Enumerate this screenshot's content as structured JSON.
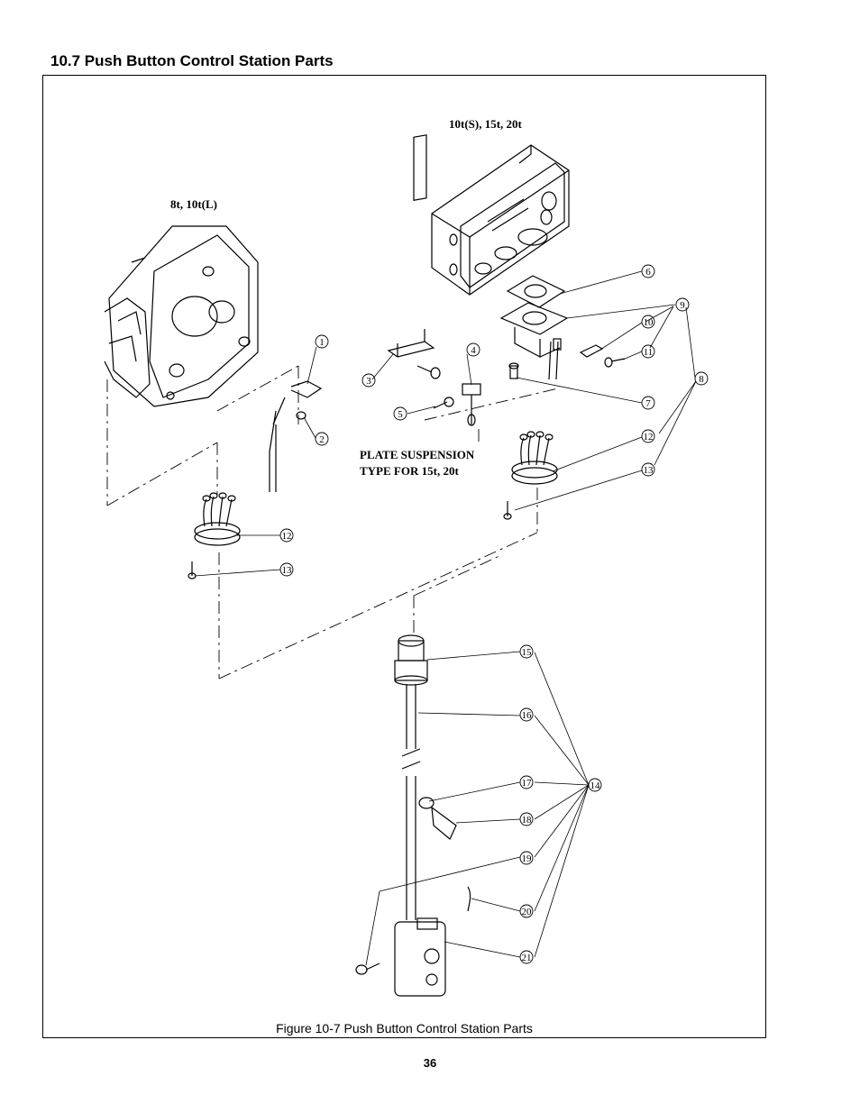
{
  "section_title": "10.7 Push Button Control Station Parts",
  "figure": {
    "caption": "Figure 10-7 Push Button Control Station Parts",
    "labels": {
      "model_large": "10t(S),  15t,  20t",
      "model_small": "8t,  10t(L)",
      "plate_line1": "PLATE SUSPENSION",
      "plate_line2": "TYPE FOR 15t,  20t"
    },
    "callouts": [
      "1",
      "2",
      "3",
      "4",
      "5",
      "6",
      "7",
      "8",
      "9",
      "10",
      "11",
      "12",
      "13",
      "14",
      "15",
      "16",
      "17",
      "18",
      "19",
      "20",
      "21"
    ]
  },
  "page_number": "36"
}
